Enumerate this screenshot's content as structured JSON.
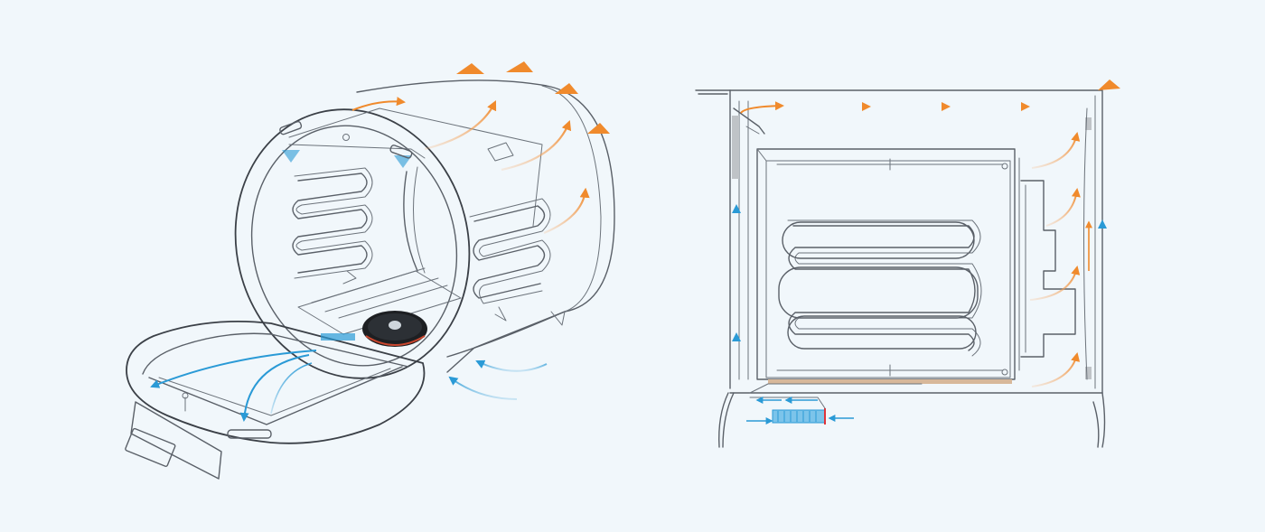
{
  "diagram": {
    "views": [
      {
        "id": "perspective",
        "subject": "oven-perspective-view"
      },
      {
        "id": "section",
        "subject": "oven-cross-section-view"
      }
    ],
    "colors": {
      "background": "#f1f7fb",
      "outline": "#5a6068",
      "hot_air": "#f08a2c",
      "cool_air": "#2a9ad6",
      "fan": "#1d1f22",
      "panel_gray": "#bfc3c7",
      "heat_strip": "#d7b89a"
    },
    "legend": []
  }
}
